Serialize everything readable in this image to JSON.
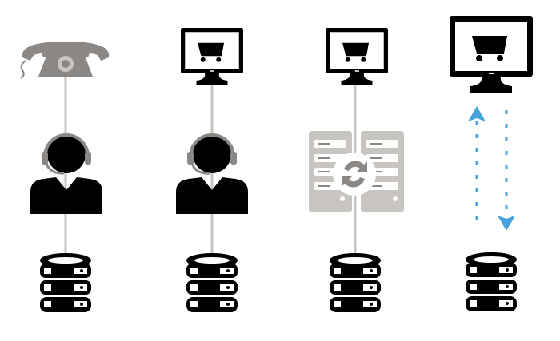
{
  "colors": {
    "gray": "#c8c4bf",
    "dark_gray": "#8a8785",
    "blue": "#45a2dc",
    "navy": "#16426b",
    "background": "#ffffff"
  },
  "columns": [
    {
      "icons": [
        "telephone-icon",
        "call-center-agent-icon",
        "database-icon"
      ],
      "connector": "solid-line"
    },
    {
      "icons": [
        "monitor-cart-icon",
        "call-center-agent-icon",
        "database-icon"
      ],
      "connector": "solid-line"
    },
    {
      "icons": [
        "monitor-cart-icon",
        "server-sync-icon",
        "database-icon"
      ],
      "connector": "solid-line"
    },
    {
      "icons": [
        "monitor-cart-icon",
        "bidirectional-dashed-arrows",
        "database-icon"
      ],
      "connector": "dashed-arrows",
      "highlighted": true
    }
  ]
}
